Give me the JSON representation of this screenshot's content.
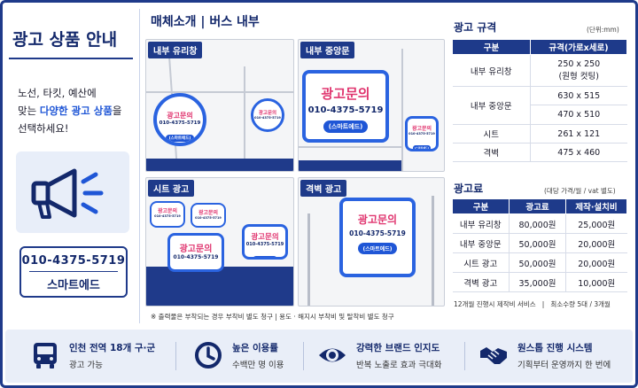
{
  "left": {
    "title": "광고 상품 안내",
    "desc_line1": "노선, 타킷, 예산에",
    "desc_line2_pre": "맞는 ",
    "desc_line2_hl": "다양한 광고 상품",
    "desc_line2_post": "을",
    "desc_line3": "선택하세요!",
    "phone": "010-4375-5719",
    "company": "스마트에드"
  },
  "middle": {
    "title": "매체소개 | 버스 내부",
    "photos": {
      "window": "내부 유리창",
      "middle_door": "내부 중앙문",
      "seat": "시트 광고",
      "wall": "격벽 광고"
    },
    "ad": {
      "headline": "광고문의",
      "phone": "010-4375-5719",
      "brand": "(스마트에드)"
    },
    "footnote": "※ 출력물은 부착되는 경우 부착비 별도 청구 | 용도 · 해지시 부착비 및 탈착비 별도 청구"
  },
  "spec": {
    "title": "광고 규격",
    "unit": "(단위:mm)",
    "headers": [
      "구분",
      "규격(가로x세로)"
    ],
    "rows": [
      {
        "name": "내부 유리창",
        "size1": "250 x 250",
        "size2": "(원형 컷팅)"
      },
      {
        "name": "내부 중앙문",
        "size1": "630 x 515",
        "size2": "470 x 510"
      },
      {
        "name": "시트",
        "size1": "261 x 121"
      },
      {
        "name": "격벽",
        "size1": "475 x 460"
      }
    ]
  },
  "price": {
    "title": "광고료",
    "unit": "(대당 가격/월 / vat 별도)",
    "headers": [
      "구분",
      "광고료",
      "제작·설치비"
    ],
    "rows": [
      {
        "name": "내부 유리창",
        "fee": "80,000원",
        "make": "25,000원"
      },
      {
        "name": "내부 중앙문",
        "fee": "50,000원",
        "make": "20,000원"
      },
      {
        "name": "시트 광고",
        "fee": "50,000원",
        "make": "20,000원"
      },
      {
        "name": "격벽 광고",
        "fee": "35,000원",
        "make": "10,000원"
      }
    ],
    "note": "12개월 진행시 제작비 서비스   |   최소수량 5대 / 3개월"
  },
  "features": [
    {
      "title": "인천 전역 18개 구·군",
      "sub": "광고 가능",
      "icon": "bus-icon"
    },
    {
      "title": "높은 이용률",
      "sub": "수백만 명 이용",
      "icon": "clock-icon"
    },
    {
      "title": "강력한 브랜드 인지도",
      "sub": "반복 노출로 효과 극대화",
      "icon": "eye-icon"
    },
    {
      "title": "원스톱 진행 시스템",
      "sub": "기획부터 운영까지 한 번에",
      "icon": "handshake-icon"
    }
  ],
  "colors": {
    "navy": "#1e3a8a",
    "accent_blue": "#1f56d6",
    "ad_pink": "#e0356f"
  }
}
